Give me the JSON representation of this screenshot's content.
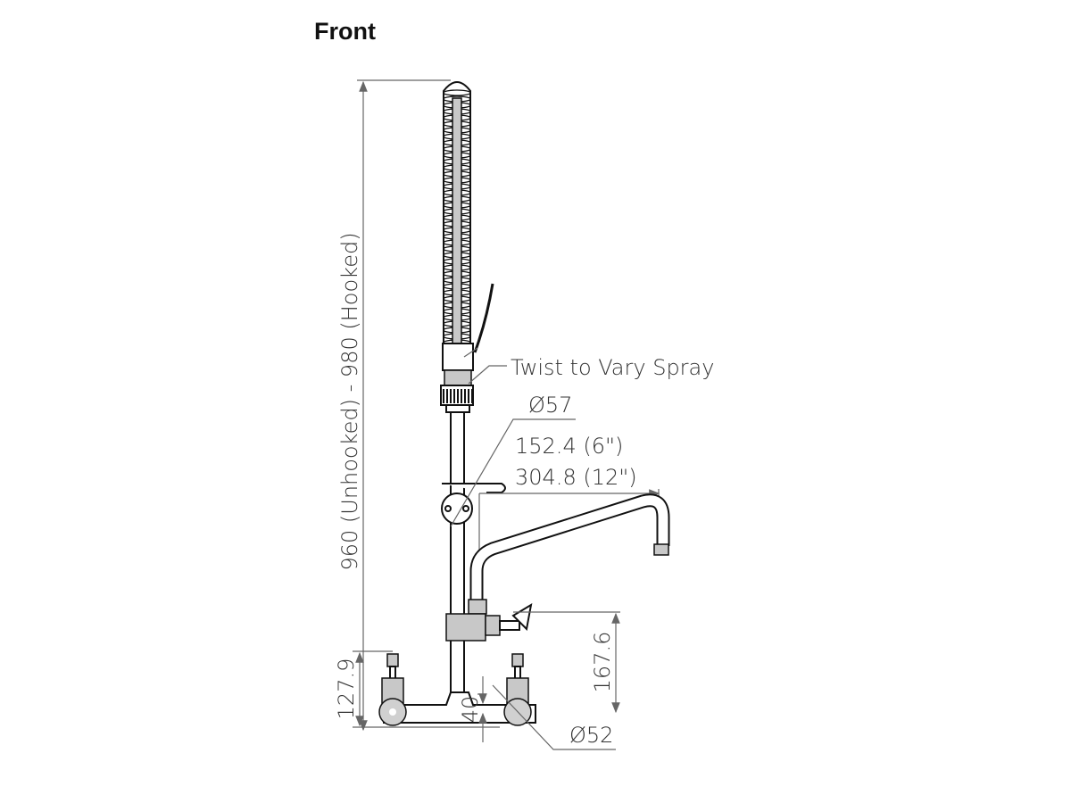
{
  "title": "Front",
  "dimensions": {
    "overall_height": "960 (Unhooked) - 980 (Hooked)",
    "twist_label": "Twist to Vary Spray",
    "diameter_57": "Ø57",
    "spout_6": "152.4 (6\")",
    "spout_12": "304.8 (12\")",
    "outlet_height": "167.6",
    "inlet_height": "127.9",
    "offset_40": "40",
    "diameter_52": "Ø52"
  }
}
